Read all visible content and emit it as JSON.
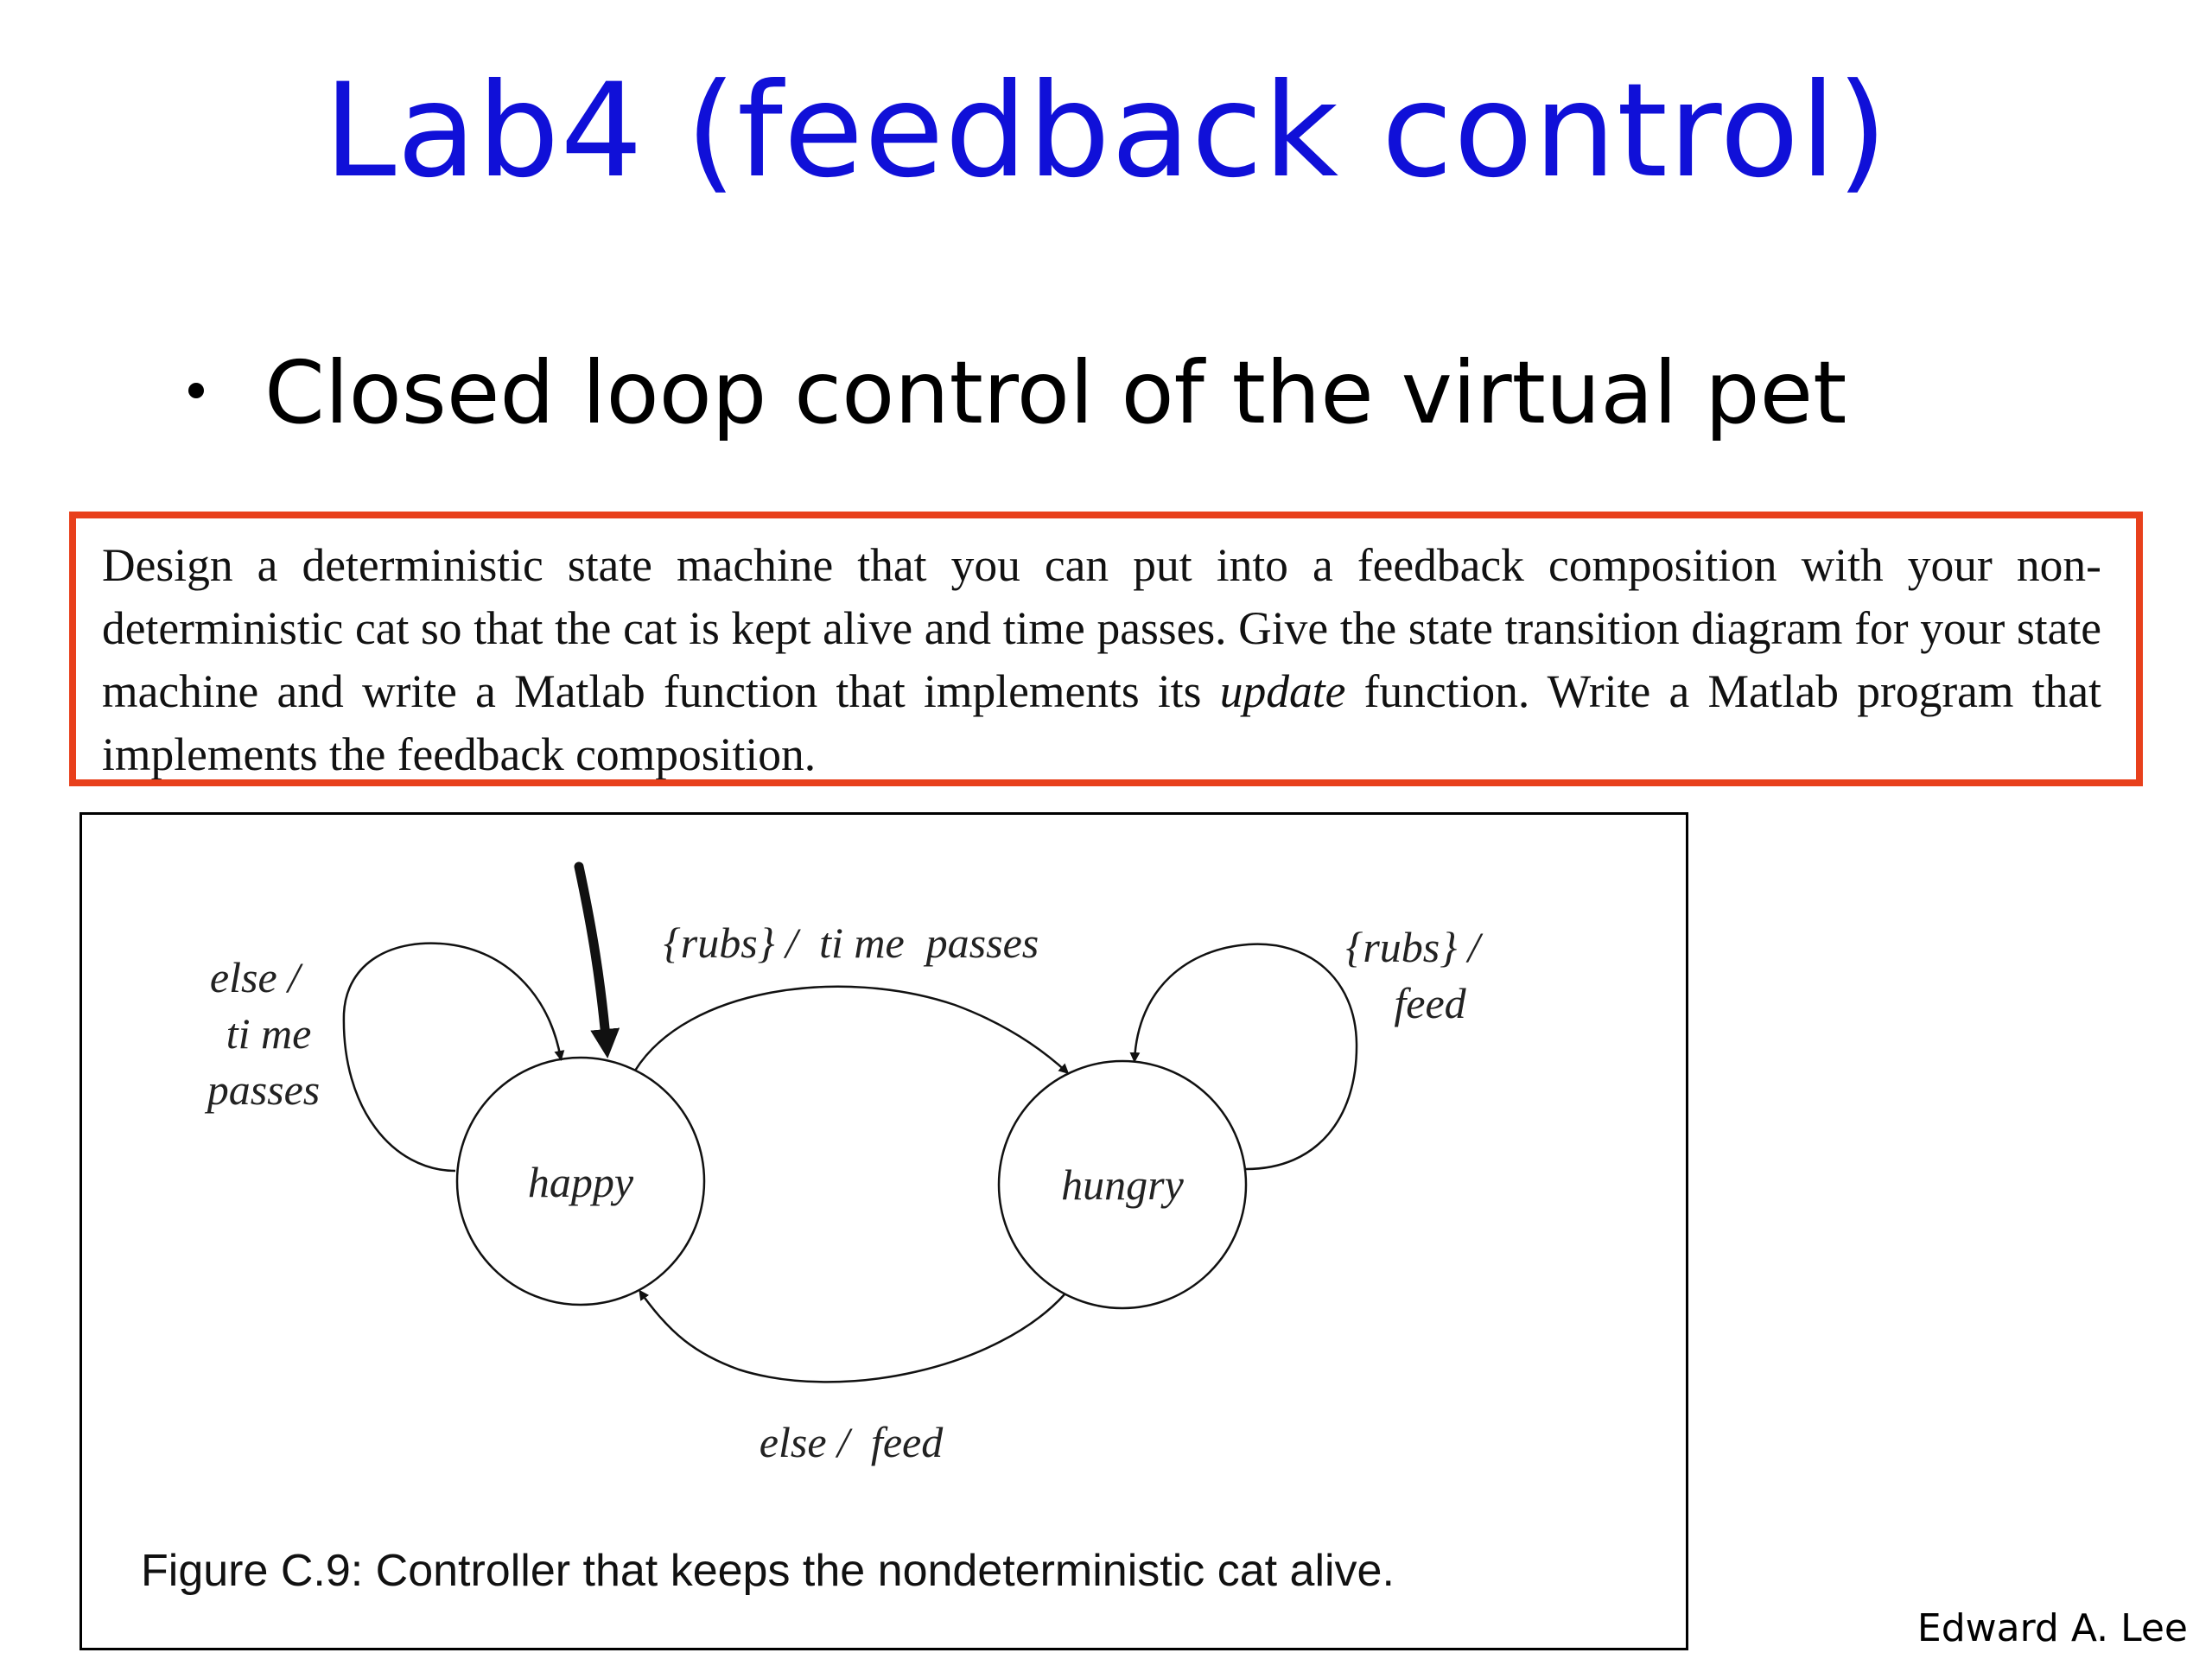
{
  "slide": {
    "title": "Lab4 (feedback control)",
    "bullet": "Closed loop control of the virtual pet",
    "author": "Edward A. Lee"
  },
  "excerpt": {
    "part1": "Design a deterministic state machine that you can put into a feedback composition with your non-deterministic cat so that the cat is kept alive and time passes. Give the state transition diagram for your state machine and write a Matlab function that implements its ",
    "emphasis": "update",
    "part2": " function. Write a Matlab program that implements the feedback composition."
  },
  "figure": {
    "caption": "Figure C.9: Controller that keeps the nondeterministic cat alive.",
    "states": {
      "happy": "happy",
      "hungry": "hungry"
    },
    "transitions": {
      "happy_self": [
        "else /",
        "ti me",
        "passes"
      ],
      "happy_to_hungry": "{rubs} /  ti me  passes",
      "hungry_self": [
        "{rubs} /",
        "feed"
      ],
      "hungry_to_happy": "else /  feed"
    },
    "colors": {
      "title": "#1010d8",
      "box_border": "#e8401c"
    }
  }
}
